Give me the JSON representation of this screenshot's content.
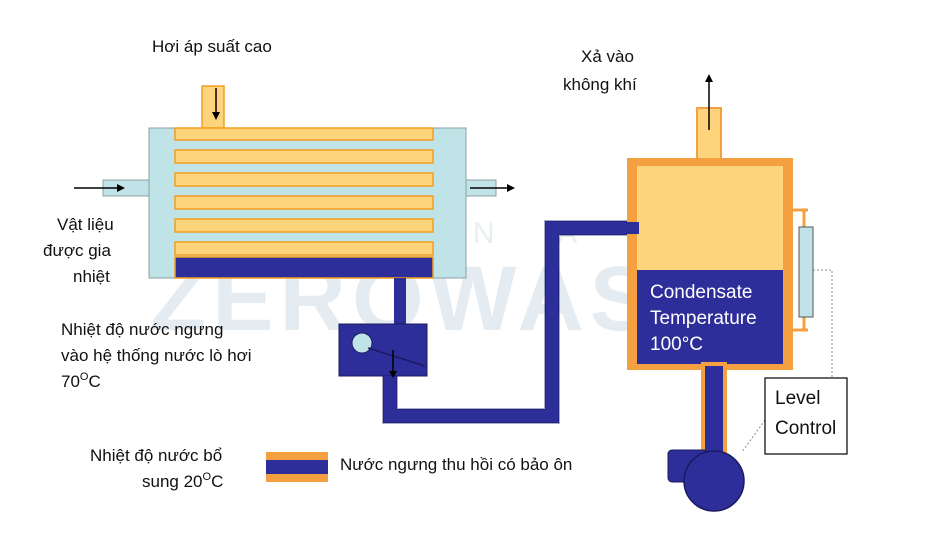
{
  "labels": {
    "high_pressure_steam": "Hơi áp suất cao",
    "vent_line1": "Xả vào",
    "vent_line2": "không khí",
    "material_line1": "Vật liệu",
    "material_line2": "được gia",
    "material_line3": "nhiệt",
    "cond_temp_line1": "Nhiệt độ nước ngưng",
    "cond_temp_line2": "vào hệ thống nước lò hơi",
    "cond_temp_value": "70",
    "cond_temp_sup": "O",
    "cond_temp_unit": "C",
    "makeup_line1": "Nhiệt độ nước bổ",
    "makeup_line2_prefix": "sung 20",
    "makeup_sup": "O",
    "makeup_unit": "C",
    "legend_insulated": "Nước ngưng thu hồi có bảo ôn",
    "tank_line1": "Condensate",
    "tank_line2": "Temperature",
    "tank_line3": "100°C",
    "level_control_line1": "Level",
    "level_control_line2": "Control"
  },
  "watermark": {
    "letters": "V I E T N A M",
    "word": "ZEROWASTE"
  },
  "colors": {
    "steam_tube": "#fdd47c",
    "steam_tube_stroke": "#f0a020",
    "shell": "#bfe3e6",
    "shell_stroke": "#8aa0a3",
    "condensate": "#2e2e9a",
    "tank_wall": "#f5a040",
    "tank_steam": "#fdd47c",
    "gauge": "#bfe3e6",
    "arrow": "#000000"
  }
}
